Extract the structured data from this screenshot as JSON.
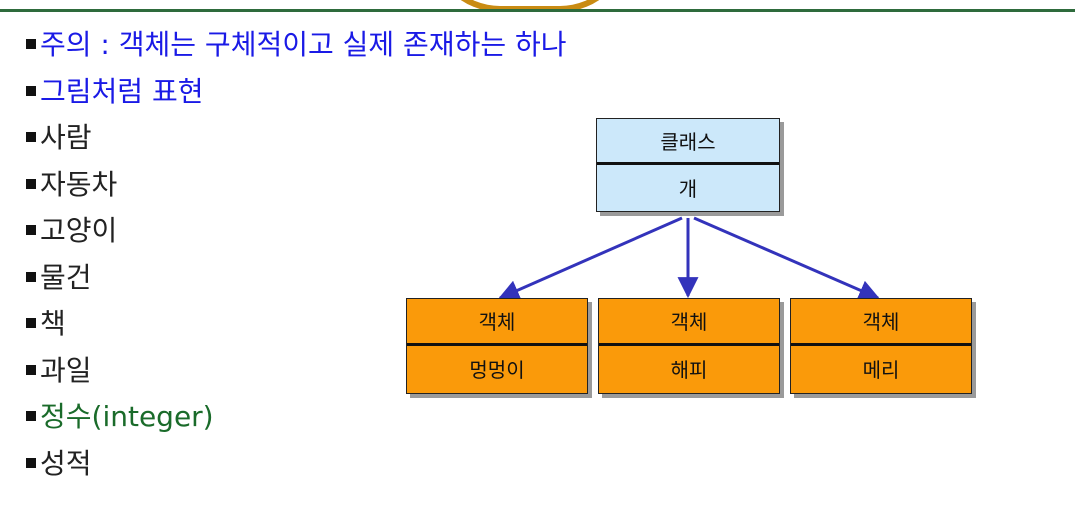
{
  "bullets": [
    {
      "text": "주의 : 객체는 구체적이고 실제 존재하는 하나",
      "color": "#1a1ae6"
    },
    {
      "text": "그림처럼 표현",
      "color": "#1a1ae6"
    },
    {
      "text": "사람",
      "color": "#222222"
    },
    {
      "text": "자동차",
      "color": "#222222"
    },
    {
      "text": "고양이",
      "color": "#222222"
    },
    {
      "text": "물건",
      "color": "#222222"
    },
    {
      "text": "책",
      "color": "#222222"
    },
    {
      "text": "과일",
      "color": "#222222"
    },
    {
      "text": "정수(integer)",
      "color": "#1a6b2a"
    },
    {
      "text": "성적",
      "color": "#222222"
    }
  ],
  "diagram": {
    "class_box": {
      "header": "클래스",
      "name": "개",
      "fill": "#cce8fa"
    },
    "objects": [
      {
        "header": "객체",
        "name": "멍멍이"
      },
      {
        "header": "객체",
        "name": "해피"
      },
      {
        "header": "객체",
        "name": "메리"
      }
    ],
    "object_fill": "#fa9a0a",
    "arrow_color": "#3333bb"
  },
  "colors": {
    "header_rule": "#2e6b3c",
    "header_arc": "#c98b12"
  }
}
